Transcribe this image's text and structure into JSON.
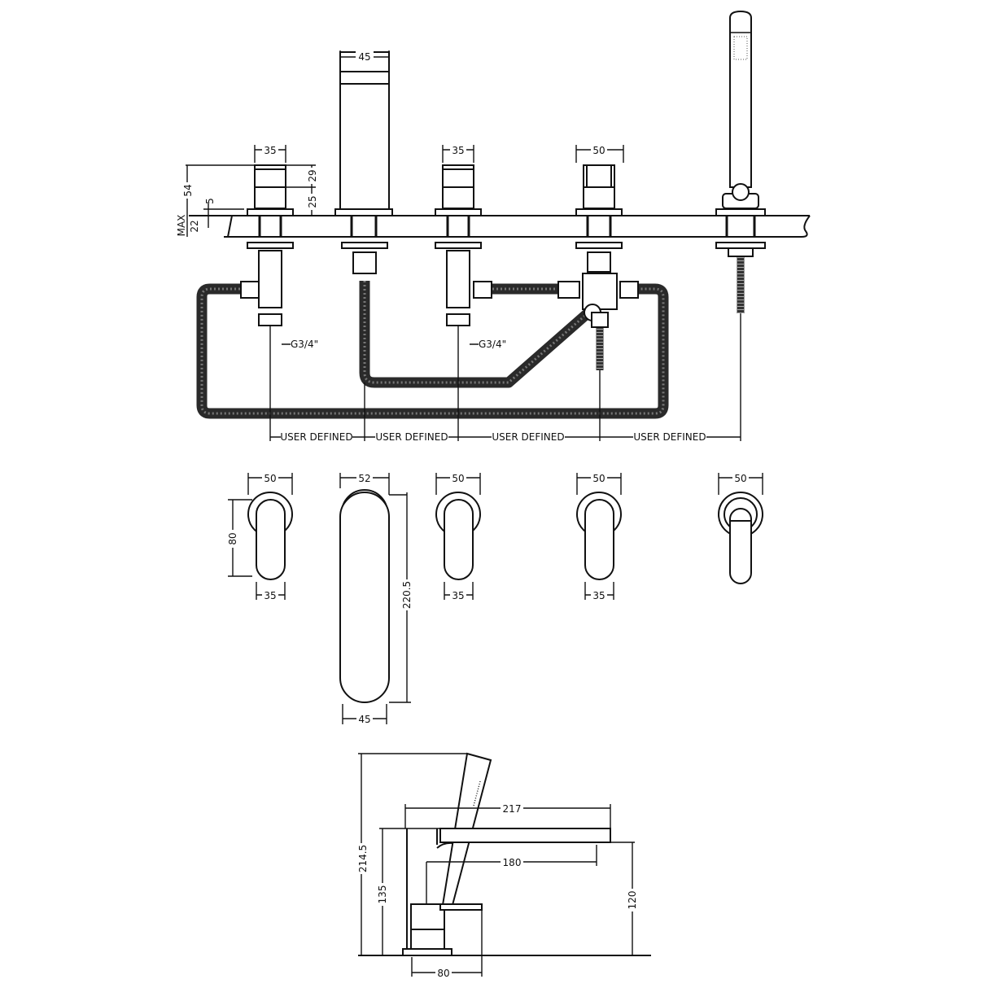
{
  "top_view": {
    "spout_width": "45",
    "handle_left_width": "35",
    "handle_mid_width": "35",
    "diverter_width": "50",
    "overall_height": "54",
    "flange_height": "5",
    "handle_upper": "29",
    "handle_lower": "25",
    "deck_max_label": "MAX",
    "deck_thickness": "22",
    "thread_left": "G3/4\"",
    "thread_right": "G3/4\"",
    "spacing_labels": [
      "USER DEFINED",
      "USER DEFINED",
      "USER DEFINED",
      "USER DEFINED"
    ]
  },
  "plan_view": {
    "handle1_width": "50",
    "spout_width": "52",
    "handle2_width": "50",
    "diverter_width": "50",
    "handset_width": "50",
    "handle_height": "80",
    "handle1_lever": "35",
    "spout_length": "220.5",
    "handle2_lever": "35",
    "diverter_lever": "35",
    "spout_tip": "45"
  },
  "side_view": {
    "spout_reach": "217",
    "outlet_reach": "180",
    "total_height": "214.5",
    "spout_height": "135",
    "outlet_height": "120",
    "base_width": "80"
  }
}
